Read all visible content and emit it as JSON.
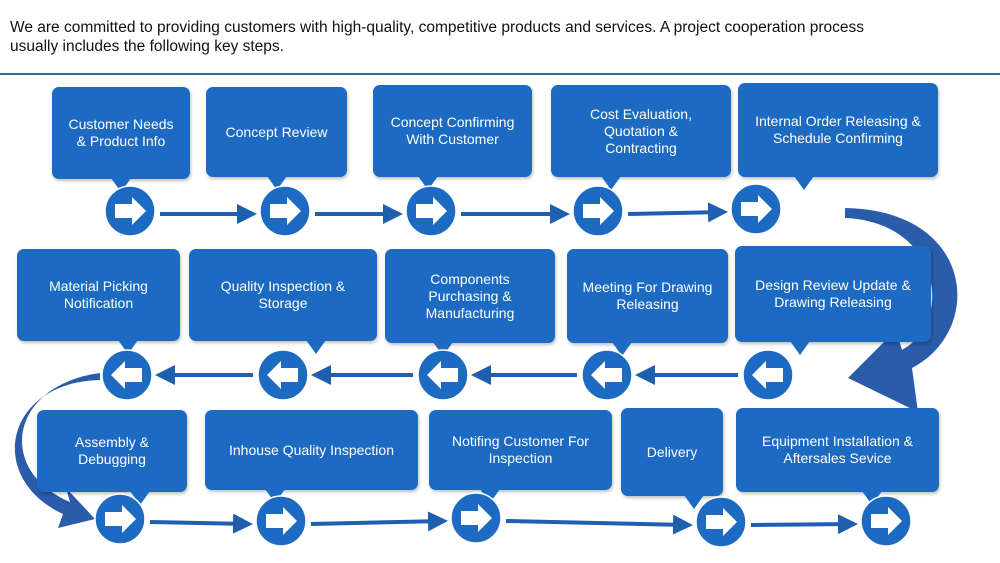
{
  "intro": {
    "line1": "We are committed to providing customers with high-quality, competitive products and services. A project cooperation process",
    "line2": "usually includes the following key steps."
  },
  "colors": {
    "box_fill": "#1c6ac1",
    "circle_fill": "#1c6ac1",
    "arrow_line": "#1f5fb0",
    "curve_arrow": "#2b5caa",
    "rule": "#2e6da4"
  },
  "steps": [
    {
      "id": "customer-needs",
      "label": "Customer Needs\n& Product Info",
      "direction": "right"
    },
    {
      "id": "concept-review",
      "label": "Concept Review",
      "direction": "right"
    },
    {
      "id": "concept-confirming",
      "label": "Concept Confirming\nWith Customer",
      "direction": "right"
    },
    {
      "id": "cost-evaluation",
      "label": "Cost  Evaluation,\nQuotation  &\nContracting",
      "direction": "right"
    },
    {
      "id": "internal-order",
      "label": "Internal Order Releasing &\nSchedule Confirming",
      "direction": "right"
    },
    {
      "id": "design-review",
      "label": "Design Review Update &\nDrawing Releasing",
      "direction": "left"
    },
    {
      "id": "meeting-drawing",
      "label": "Meeting For Drawing\nReleasing",
      "direction": "left"
    },
    {
      "id": "components-purchasing",
      "label": "Components\nPurchasing &\nManufacturing",
      "direction": "left"
    },
    {
      "id": "quality-inspection-storage",
      "label": "Quality Inspection &\nStorage",
      "direction": "left"
    },
    {
      "id": "material-picking",
      "label": "Material Picking\nNotification",
      "direction": "left"
    },
    {
      "id": "assembly-debugging",
      "label": "Assembly &\nDebugging",
      "direction": "right"
    },
    {
      "id": "inhouse-quality",
      "label": "Inhouse Quality Inspection",
      "direction": "right"
    },
    {
      "id": "notifing-customer",
      "label": "Notifing Customer For\nInspection",
      "direction": "right"
    },
    {
      "id": "delivery",
      "label": "Delivery",
      "direction": "right"
    },
    {
      "id": "equipment-installation",
      "label": "Equipment Installation  &\nAftersales Sevice",
      "direction": "right"
    }
  ]
}
